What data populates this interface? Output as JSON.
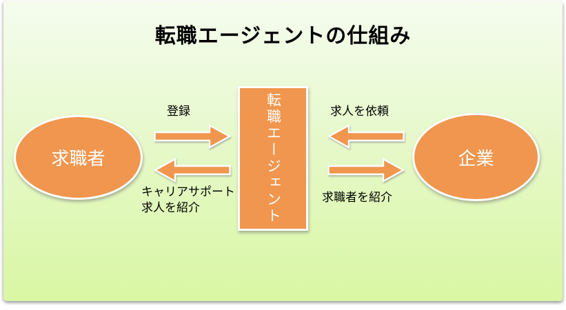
{
  "title": "転職エージェントの仕組み",
  "nodes": {
    "job_seeker": {
      "label": "求職者"
    },
    "agent": {
      "label": "転職エージェント"
    },
    "company": {
      "label": "企業"
    }
  },
  "flows": {
    "register": {
      "label": "登録",
      "direction": "right"
    },
    "career_support": {
      "label_line1": "キャリアサポート",
      "label_line2": "求人を紹介",
      "direction": "left"
    },
    "request_jobs": {
      "label": "求人を依頼",
      "direction": "left"
    },
    "introduce_seekers": {
      "label": "求職者を紹介",
      "direction": "right"
    }
  },
  "colors": {
    "shape_fill": "#F0964E",
    "shape_border": "#FFFFFF",
    "node_text": "#FFFFFF",
    "label_text": "#000000",
    "bg_top": "#F5FCEF",
    "bg_mid": "#E4F8C4",
    "bg_bottom": "#D9F7A4",
    "page_bg": "#FFFFFF"
  }
}
